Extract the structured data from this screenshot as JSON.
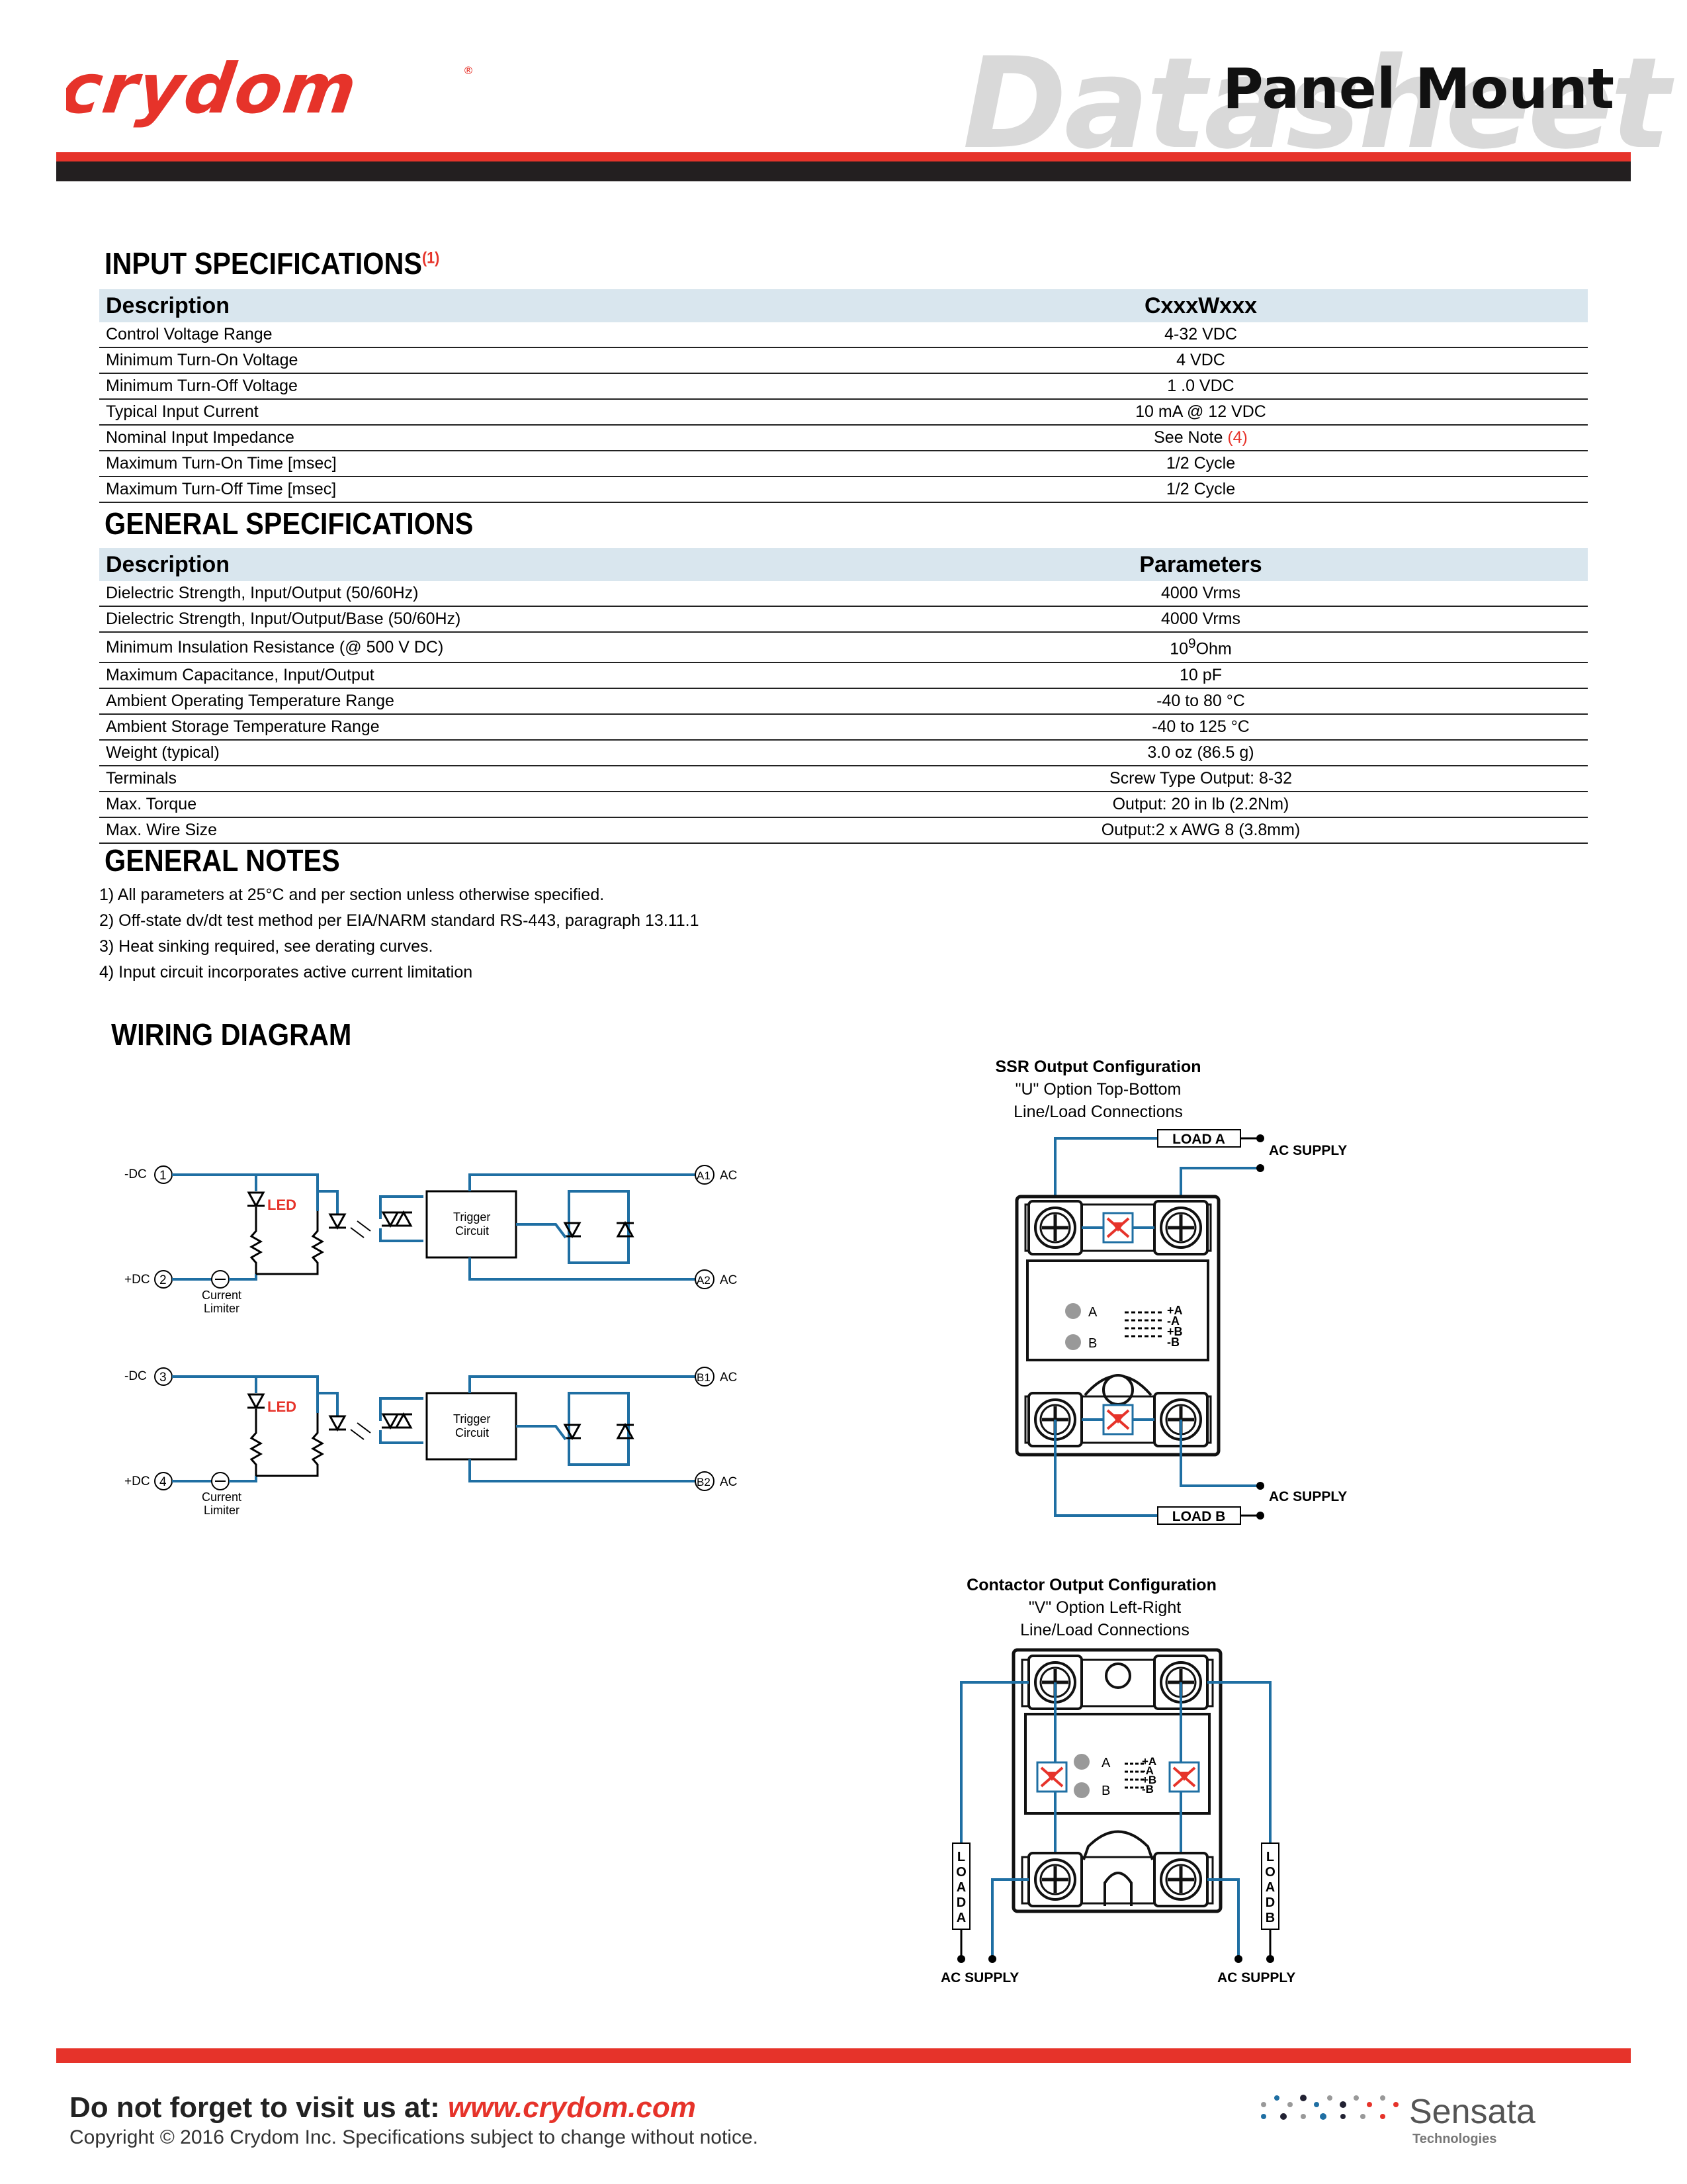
{
  "header": {
    "brand": "crydom",
    "watermark": "Datasheet",
    "title": "Panel Mount"
  },
  "input_specs": {
    "title": "INPUT SPECIFICATIONS",
    "footnote_mark": "(1)",
    "col_description": "Description",
    "col_value": "CxxxWxxx",
    "rows": [
      {
        "label": "Control Voltage Range",
        "value": "4-32 VDC"
      },
      {
        "label": "Minimum Turn-On Voltage",
        "value": "4 VDC"
      },
      {
        "label": "Minimum Turn-Off Voltage",
        "value": "1 .0 VDC"
      },
      {
        "label": "Typical Input Current",
        "value": "10 mA @ 12 VDC"
      },
      {
        "label": "Nominal Input Impedance",
        "value": "See Note ",
        "value_note": "(4)"
      },
      {
        "label": "Maximum Turn-On Time  [msec]",
        "value": "1/2 Cycle"
      },
      {
        "label": "Maximum Turn-Off Time  [msec]",
        "value": "1/2 Cycle"
      }
    ]
  },
  "general_specs": {
    "title": "GENERAL SPECIFICATIONS",
    "col_description": "Description",
    "col_value": "Parameters",
    "rows": [
      {
        "label": "Dielectric Strength, Input/Output (50/60Hz)",
        "value": "4000 Vrms"
      },
      {
        "label": "Dielectric Strength, Input/Output/Base (50/60Hz)",
        "value": "4000 Vrms"
      },
      {
        "label": "Minimum Insulation Resistance (@ 500 V DC)",
        "value": "10",
        "value_sup": "9",
        "value_suffix": "Ohm"
      },
      {
        "label": "Maximum Capacitance, Input/Output",
        "value": "10 pF"
      },
      {
        "label": "Ambient Operating Temperature Range",
        "value": "-40 to 80 °C"
      },
      {
        "label": "Ambient Storage Temperature Range",
        "value": "-40 to 125 °C"
      },
      {
        "label": "Weight (typical)",
        "value": "3.0 oz (86.5 g)"
      },
      {
        "label": "Terminals",
        "value": "Screw Type Output: 8-32"
      },
      {
        "label": "Max. Torque",
        "value": "Output: 20 in lb (2.2Nm)"
      },
      {
        "label": "Max. Wire Size",
        "value": "Output:2 x AWG 8 (3.8mm)"
      }
    ]
  },
  "general_notes": {
    "title": "GENERAL NOTES",
    "items": [
      "1)  All parameters at 25°C and per section unless otherwise specified.",
      "2)  Off-state dv/dt test method per EIA/NARM standard RS-443, paragraph 13.11.1",
      "3)  Heat sinking required, see derating curves.",
      "4)  Input circuit incorporates active current limitation"
    ]
  },
  "wiring": {
    "title": "WIRING DIAGRAM",
    "channel1": {
      "neg": "-DC",
      "neg_num": "1",
      "pos": "+DC",
      "pos_num": "2",
      "led": "LED",
      "limiter1": "Current",
      "limiter2": "Limiter",
      "trigger1": "Trigger",
      "trigger2": "Circuit",
      "out1": "A1",
      "out2": "A2",
      "ac": "AC"
    },
    "channel2": {
      "neg": "-DC",
      "neg_num": "3",
      "pos": "+DC",
      "pos_num": "4",
      "led": "LED",
      "limiter1": "Current",
      "limiter2": "Limiter",
      "trigger1": "Trigger",
      "trigger2": "Circuit",
      "out1": "B1",
      "out2": "B2",
      "ac": "AC"
    },
    "ssr": {
      "title": "SSR Output Configuration",
      "line1": "\"U\" Option Top-Bottom",
      "line2": "Line/Load Connections",
      "load_a": "LOAD A",
      "load_b": "LOAD B",
      "ac_supply": "AC SUPPLY",
      "led_a": "A",
      "led_b": "B",
      "pins": [
        "+A",
        "-A",
        "+B",
        "-B"
      ]
    },
    "contactor": {
      "title": "Contactor Output Configuration",
      "line1": "\"V\" Option Left-Right",
      "line2": "Line/Load Connections",
      "load_a": "LOAD A",
      "load_b": "LOAD B",
      "ac_supply": "AC SUPPLY",
      "led_a": "A",
      "led_b": "B",
      "pins": [
        "+A",
        "-A",
        "+B",
        "-B"
      ]
    }
  },
  "footer": {
    "visit": "Do not forget to visit us at: ",
    "url": "www.crydom.com",
    "copyright": "Copyright © 2016 Crydom Inc. Specifications subject to change without notice.",
    "partner": "Sensata",
    "partner_sub": "Technologies"
  },
  "colors": {
    "accent_red": "#e6332a",
    "wire_blue": "#1f6fa3",
    "header_fill": "#d9e6ee"
  }
}
